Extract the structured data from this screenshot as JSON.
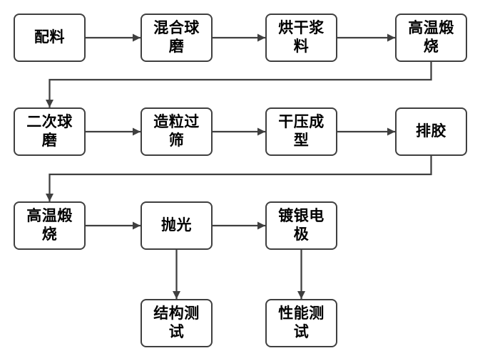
{
  "diagram": {
    "type": "flowchart",
    "background_color": "#ffffff",
    "line_color": "#3f3f3f",
    "box_fill_color": "#ffffff",
    "text_color": "#000000",
    "nodes": [
      {
        "label": "配料"
      },
      {
        "label": "混合球\n磨"
      },
      {
        "label": "烘干浆\n料"
      },
      {
        "label": "高温煅\n烧"
      },
      {
        "label": "二次球\n磨"
      },
      {
        "label": "造粒过\n筛"
      },
      {
        "label": "干压成\n型"
      },
      {
        "label": "排胶"
      },
      {
        "label": "高温煅\n烧"
      },
      {
        "label": "抛光"
      },
      {
        "label": "镀银电\n极"
      },
      {
        "label": "结构测\n试"
      },
      {
        "label": "性能测\n试"
      }
    ],
    "edges": [
      {
        "from": "配料",
        "to": "混合球磨"
      },
      {
        "from": "混合球磨",
        "to": "烘干浆料"
      },
      {
        "from": "烘干浆料",
        "to": "高温煅烧"
      },
      {
        "from": "高温煅烧",
        "to": "二次球磨"
      },
      {
        "from": "二次球磨",
        "to": "造粒过筛"
      },
      {
        "from": "造粒过筛",
        "to": "干压成型"
      },
      {
        "from": "干压成型",
        "to": "排胶"
      },
      {
        "from": "排胶",
        "to": "高温煅烧"
      },
      {
        "from": "高温煅烧",
        "to": "抛光"
      },
      {
        "from": "抛光",
        "to": "镀银电极"
      },
      {
        "from": "抛光",
        "to": "结构测试"
      },
      {
        "from": "镀银电极",
        "to": "性能测试"
      }
    ]
  }
}
